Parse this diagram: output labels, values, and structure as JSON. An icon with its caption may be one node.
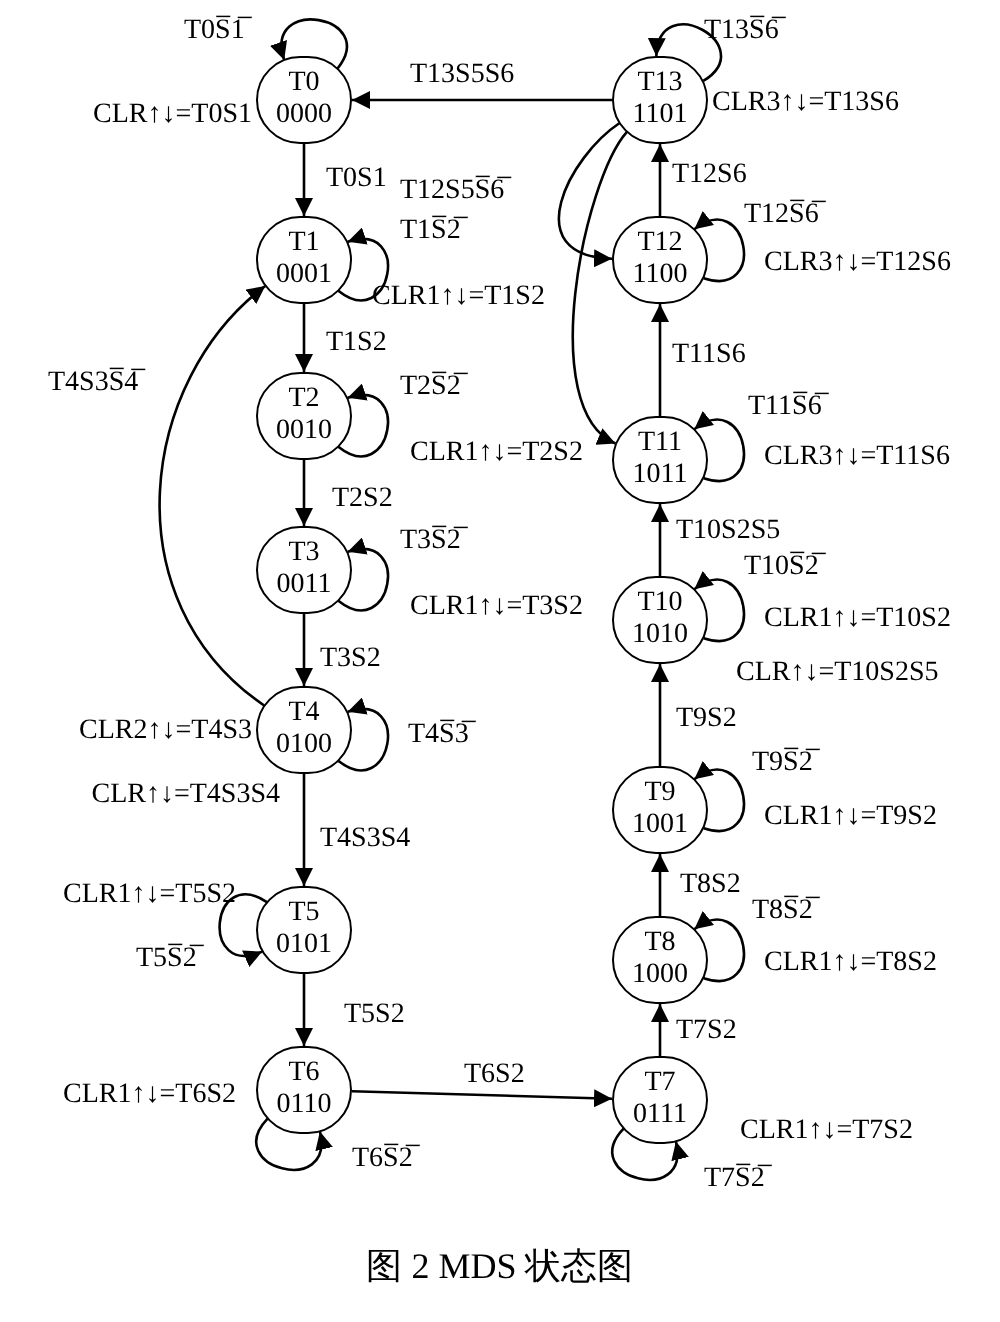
{
  "diagram": {
    "caption": "图 2 MDS 状态图",
    "nodes": [
      {
        "text": [
          "T0",
          "0000"
        ]
      },
      {
        "text": [
          "T1",
          "0001"
        ]
      },
      {
        "text": [
          "T2",
          "0010"
        ]
      },
      {
        "text": [
          "T3",
          "0011"
        ]
      },
      {
        "text": [
          "T4",
          "0100"
        ]
      },
      {
        "text": [
          "T5",
          "0101"
        ]
      },
      {
        "text": [
          "T6",
          "0110"
        ]
      },
      {
        "text": [
          "T7",
          "0111"
        ]
      },
      {
        "text": [
          "T8",
          "1000"
        ]
      },
      {
        "text": [
          "T9",
          "1001"
        ]
      },
      {
        "text": [
          "T10",
          "1010"
        ]
      },
      {
        "text": [
          "T11",
          "1011"
        ]
      },
      {
        "text": [
          "T12",
          "1100"
        ]
      },
      {
        "text": [
          "T13",
          "1101"
        ]
      }
    ],
    "edges": [
      {
        "from": 0,
        "to": 0,
        "arrow": "to",
        "label": "T0S̅1̅"
      },
      {
        "from": 0,
        "to": 1,
        "arrow": "to",
        "label": "T0S1"
      },
      {
        "from": 13,
        "to": 0,
        "arrow": "to",
        "label": "T13S5S6"
      },
      {
        "from": 1,
        "to": 1,
        "arrow": "to",
        "label": "T1S̅2̅"
      },
      {
        "from": 1,
        "to": 2,
        "arrow": "to",
        "label": "T1S2"
      },
      {
        "from": 2,
        "to": 2,
        "arrow": "to",
        "label": "T2S̅2̅"
      },
      {
        "from": 2,
        "to": 3,
        "arrow": "to",
        "label": "T2S2"
      },
      {
        "from": 3,
        "to": 3,
        "arrow": "to",
        "label": "T3S̅2̅"
      },
      {
        "from": 3,
        "to": 4,
        "arrow": "to",
        "label": "T3S2"
      },
      {
        "from": 4,
        "to": 4,
        "arrow": "to",
        "label": "T4S̅3̅"
      },
      {
        "from": 4,
        "to": 1,
        "arrow": "to",
        "label": "T4S3S̅4̅"
      },
      {
        "from": 4,
        "to": 5,
        "arrow": "to",
        "label": "T4S3S4"
      },
      {
        "from": 5,
        "to": 5,
        "arrow": "to",
        "label": "T5S̅2̅"
      },
      {
        "from": 5,
        "to": 6,
        "arrow": "to",
        "label": "T5S2"
      },
      {
        "from": 6,
        "to": 6,
        "arrow": "to",
        "label": "T6S̅2̅"
      },
      {
        "from": 6,
        "to": 7,
        "arrow": "to",
        "label": "T6S2"
      },
      {
        "from": 7,
        "to": 7,
        "arrow": "to",
        "label": "T7S̅2̅"
      },
      {
        "from": 7,
        "to": 8,
        "arrow": "to",
        "label": "T7S2"
      },
      {
        "from": 8,
        "to": 8,
        "arrow": "to",
        "label": "T8S̅2̅"
      },
      {
        "from": 8,
        "to": 9,
        "arrow": "to",
        "label": "T8S2"
      },
      {
        "from": 9,
        "to": 9,
        "arrow": "to",
        "label": "T9S̅2̅"
      },
      {
        "from": 9,
        "to": 10,
        "arrow": "to",
        "label": "T9S2"
      },
      {
        "from": 10,
        "to": 10,
        "arrow": "to",
        "label": "T10S̅2̅"
      },
      {
        "from": 10,
        "to": 11,
        "arrow": "to",
        "label": "T10S2S5"
      },
      {
        "from": 11,
        "to": 11,
        "arrow": "to",
        "label": "T11S̅6̅"
      },
      {
        "from": 11,
        "to": 12,
        "arrow": "to",
        "label": "T11S6"
      },
      {
        "from": 12,
        "to": 12,
        "arrow": "to",
        "label": "T12S̅6̅"
      },
      {
        "from": 12,
        "to": 13,
        "arrow": "to",
        "label": "T12S6"
      },
      {
        "from": 13,
        "to": 13,
        "arrow": "to",
        "label": "T13S̅6̅"
      },
      {
        "from": 13,
        "to": 12,
        "arrow": "to",
        "label": "T12S5S̅6̅"
      },
      {
        "from": 13,
        "to": 11,
        "arrow": "to"
      }
    ],
    "labels": [
      "CLR↑↓=T0S1",
      "CLR3↑↓=T13S6",
      "CLR1↑↓=T1S2",
      "CLR3↑↓=T12S6",
      "CLR1↑↓=T2S2",
      "CLR3↑↓=T11S6",
      "CLR1↑↓=T3S2",
      "CLR1↑↓=T10S2",
      "CLR↑↓=T10S2S5",
      "CLR2↑↓=T4S3",
      "CLR↑↓=T4S3S4",
      "CLR1↑↓=T9S2",
      "CLR1↑↓=T5S2",
      "CLR1↑↓=T8S2",
      "CLR1↑↓=T6S2",
      "CLR1↑↓=T7S2"
    ]
  }
}
